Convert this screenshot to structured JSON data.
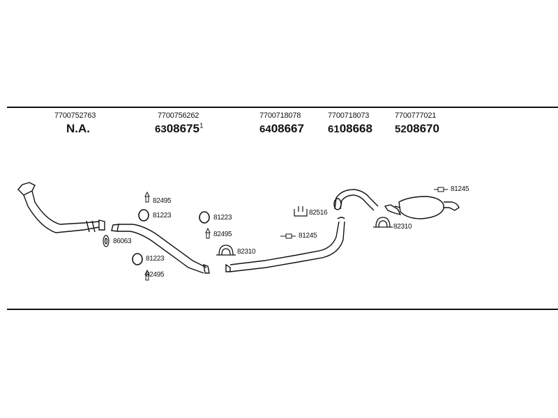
{
  "colors": {
    "line": "#111111",
    "background": "#ffffff"
  },
  "parts": [
    {
      "oem": "7700752763",
      "code": "N.A."
    },
    {
      "oem": "7700756262",
      "prefix": "63",
      "code": "08675",
      "suffix": "1"
    },
    {
      "oem": "7700718078",
      "prefix": "64",
      "code": "08667"
    },
    {
      "oem": "7700718073",
      "prefix": "61",
      "code": "08668"
    },
    {
      "oem": "7700777021",
      "prefix": "52",
      "code": "08670"
    }
  ],
  "accessories": {
    "hanger_1": "82495",
    "ring_1": "81223",
    "gasket_1": "86063",
    "ring_2": "81223",
    "hanger_2": "82495",
    "ring_3": "81223",
    "hanger_3": "82495",
    "clamp_1": "82310",
    "bracket_1": "82516",
    "rubber_1": "81245",
    "rubber_2": "81245",
    "clamp_2": "82310"
  },
  "icons": [
    "hanger-icon",
    "ring-icon",
    "gasket-icon",
    "clamp-icon",
    "bracket-icon",
    "rubber-mount-icon"
  ]
}
